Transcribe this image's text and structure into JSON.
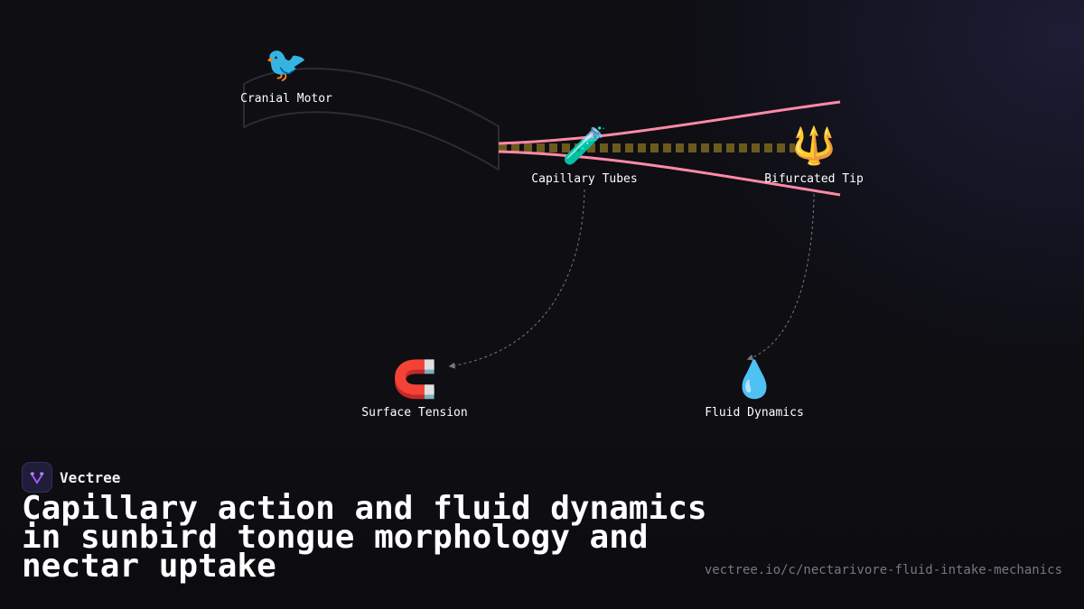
{
  "diagram": {
    "nodes": {
      "cranial_motor": {
        "icon": "bird-icon",
        "glyph": "🐦",
        "label": "Cranial Motor"
      },
      "capillary_tubes": {
        "icon": "test-tube-icon",
        "glyph": "🧪",
        "label": "Capillary Tubes"
      },
      "bifurcated_tip": {
        "icon": "trident-icon",
        "glyph": "🔱",
        "label": "Bifurcated Tip"
      },
      "surface_tension": {
        "icon": "magnet-icon",
        "glyph": "🧲",
        "label": "Surface Tension"
      },
      "fluid_dynamics": {
        "icon": "droplet-icon",
        "glyph": "💧",
        "label": "Fluid Dynamics"
      }
    },
    "colors": {
      "background": "#0e0e13",
      "tongue_outline": "#ff8aa8",
      "tube_dash": "#6b5a1e",
      "motor_outline": "#2c2c32",
      "dashed_arrow": "#77777f"
    }
  },
  "brand": {
    "name": "Vectree",
    "logo_icon": "vectree-logo-icon"
  },
  "title": "Capillary action and fluid dynamics in sunbird tongue morphology and nectar uptake",
  "url": "vectree.io/c/nectarivore-fluid-intake-mechanics"
}
